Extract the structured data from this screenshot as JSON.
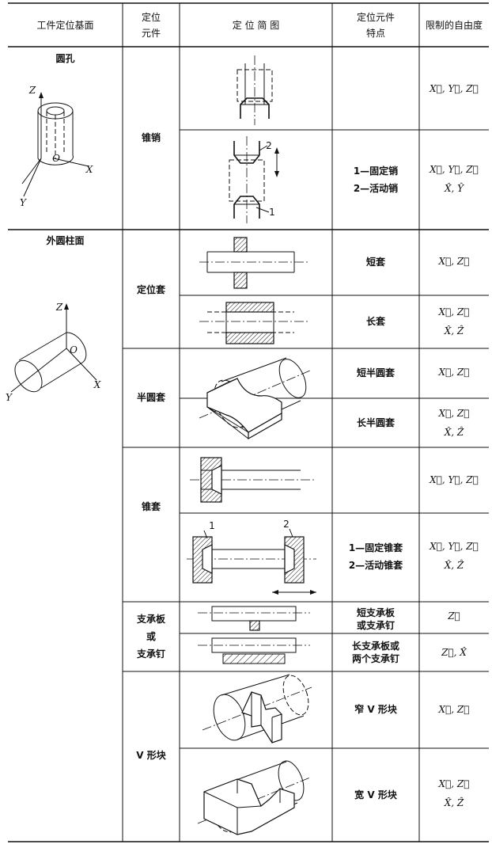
{
  "table": {
    "headers": {
      "base": "工件定位基面",
      "element_l1": "定位",
      "element_l2": "元件",
      "diagram": "定 位 简 图",
      "feature_l1": "定位元件",
      "feature_l2": "特点",
      "dof": "限制的自由度"
    },
    "groups": [
      {
        "base": "圆孔",
        "axes": {
          "z": "Z",
          "o": "O",
          "x": "X",
          "y": "Y"
        }
      },
      {
        "base": "外圆柱面",
        "axes": {
          "z": "Z",
          "o": "O",
          "x": "X",
          "y": "Y"
        }
      }
    ],
    "elements": {
      "cone_pin": "锥销",
      "locating_sleeve": "定位套",
      "half_round_sleeve": "半圆套",
      "cone_sleeve": "锥套",
      "support_l1": "支承板",
      "support_l2": "或",
      "support_l3": "支承钉",
      "v_block": "V 形块"
    },
    "rows": [
      {
        "feature": [],
        "dof": [
          "X⃗, Y⃗, Z⃗"
        ]
      },
      {
        "feature": [
          "1—固定销",
          "2—活动销"
        ],
        "dof": [
          "X⃗, Y⃗, Z⃗",
          "X̂, Ŷ"
        ],
        "labels": [
          "2",
          "1"
        ]
      },
      {
        "feature": [
          "短套"
        ],
        "dof": [
          "X⃗, Z⃗"
        ]
      },
      {
        "feature": [
          "长套"
        ],
        "dof": [
          "X⃗, Z⃗",
          "X̂, Ẑ"
        ]
      },
      {
        "feature": [
          "短半圆套"
        ],
        "dof": [
          "X⃗, Z⃗"
        ]
      },
      {
        "feature": [
          "长半圆套"
        ],
        "dof": [
          "X⃗, Z⃗",
          "X̂, Ẑ"
        ]
      },
      {
        "feature": [],
        "dof": [
          "X⃗, Y⃗, Z⃗"
        ]
      },
      {
        "feature": [
          "1—固定锥套",
          "2—活动锥套"
        ],
        "dof": [
          "X⃗, Y⃗, Z⃗",
          "X̂, Ẑ"
        ],
        "labels": [
          "1",
          "2"
        ]
      },
      {
        "feature": [
          "短支承板",
          "或支承钉"
        ],
        "dof": [
          "Z⃗"
        ]
      },
      {
        "feature": [
          "长支承板或",
          "两个支承钉"
        ],
        "dof": [
          "Z⃗, X̂"
        ]
      },
      {
        "feature": [
          "窄 V 形块"
        ],
        "dof": [
          "X⃗, Z⃗"
        ]
      },
      {
        "feature": [
          "宽 V 形块"
        ],
        "dof": [
          "X⃗, Z⃗",
          "X̂, Ẑ"
        ]
      }
    ]
  }
}
